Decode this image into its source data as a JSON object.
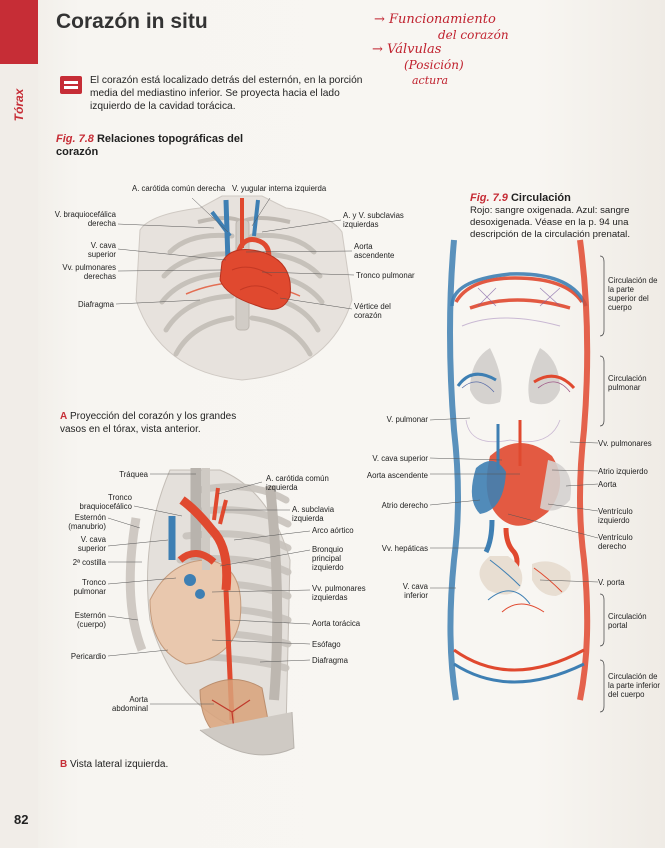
{
  "section": {
    "label": "Tórax"
  },
  "header": {
    "title": "Corazón in situ"
  },
  "handwritten": {
    "line1": "→ Funcionamiento",
    "line2": "del corazón",
    "line3": "→ Válvulas",
    "line4": "(Posición)",
    "line5": "actura"
  },
  "intro": {
    "text": "El corazón está localizado detrás del esternón, en la porción media del mediastino inferior. Se proyecta hacia el lado izquierdo de la cavidad torácica."
  },
  "fig78": {
    "num": "Fig. 7.8",
    "title": "Relaciones topográficas del corazón",
    "panelA": {
      "caption_letter": "A",
      "caption": "Proyección del corazón y los grandes vasos en el tórax, vista anterior.",
      "labels": {
        "carotida": "A. carótida común derecha",
        "yugular": "V. yugular interna izquierda",
        "braquiocefalica": "V. braquiocefálica derecha",
        "subclavias": "A. y V. subclavias izquierdas",
        "cava_sup": "V. cava superior",
        "aorta_asc": "Aorta ascendente",
        "pulmonares_der": "Vv. pulmonares derechas",
        "tronco": "Tronco pulmonar",
        "diafragma": "Diafragma",
        "vertice": "Vértice del corazón"
      }
    },
    "panelB": {
      "caption_letter": "B",
      "caption": "Vista lateral izquierda.",
      "labels": {
        "traquea": "Tráquea",
        "tronco_braq": "Tronco braquiocefálico",
        "esternon_man": "Esternón (manubrio)",
        "cava_sup": "V. cava superior",
        "costilla": "2ª costilla",
        "tronco_pulm": "Tronco pulmonar",
        "esternon_cuerpo": "Esternón (cuerpo)",
        "pericardio": "Pericardio",
        "aorta_abd": "Aorta abdominal",
        "carotida_izq": "A. carótida común izquierda",
        "subclavia_izq": "A. subclavia izquierda",
        "arco": "Arco aórtico",
        "bronquio": "Bronquio principal izquierdo",
        "pulm_izq": "Vv. pulmonares izquierdas",
        "aorta_tor": "Aorta torácica",
        "esofago": "Esófago",
        "diafragma": "Diafragma"
      }
    }
  },
  "fig79": {
    "num": "Fig. 7.9",
    "title": "Circulación",
    "description": "Rojo: sangre oxigenada. Azul: sangre desoxigenada. Véase en la p. 94 una descripción de la circulación prenatal.",
    "labels": {
      "circ_sup": "Circulación de la parte superior del cuerpo",
      "circ_pulm": "Circulación pulmonar",
      "v_pulmonar": "V. pulmonar",
      "vv_pulmonares": "Vv. pulmonares",
      "cava_sup": "V. cava superior",
      "aorta_asc": "Aorta ascendente",
      "atrio_izq": "Atrio izquierdo",
      "aorta": "Aorta",
      "atrio_der": "Atrio derecho",
      "ventr_izq": "Ventrículo izquierdo",
      "ventr_der": "Ventrículo derecho",
      "hepaticas": "Vv. hepáticas",
      "v_porta": "V. porta",
      "cava_inf": "V. cava inferior",
      "circ_portal": "Circulación portal",
      "circ_inf": "Circulación de la parte inferior del cuerpo"
    }
  },
  "footer": {
    "page_number": "82"
  },
  "colors": {
    "accent": "#c62d36",
    "artery": "#e0492f",
    "vein": "#3e7fb3",
    "bone": "#d9d6d2"
  }
}
